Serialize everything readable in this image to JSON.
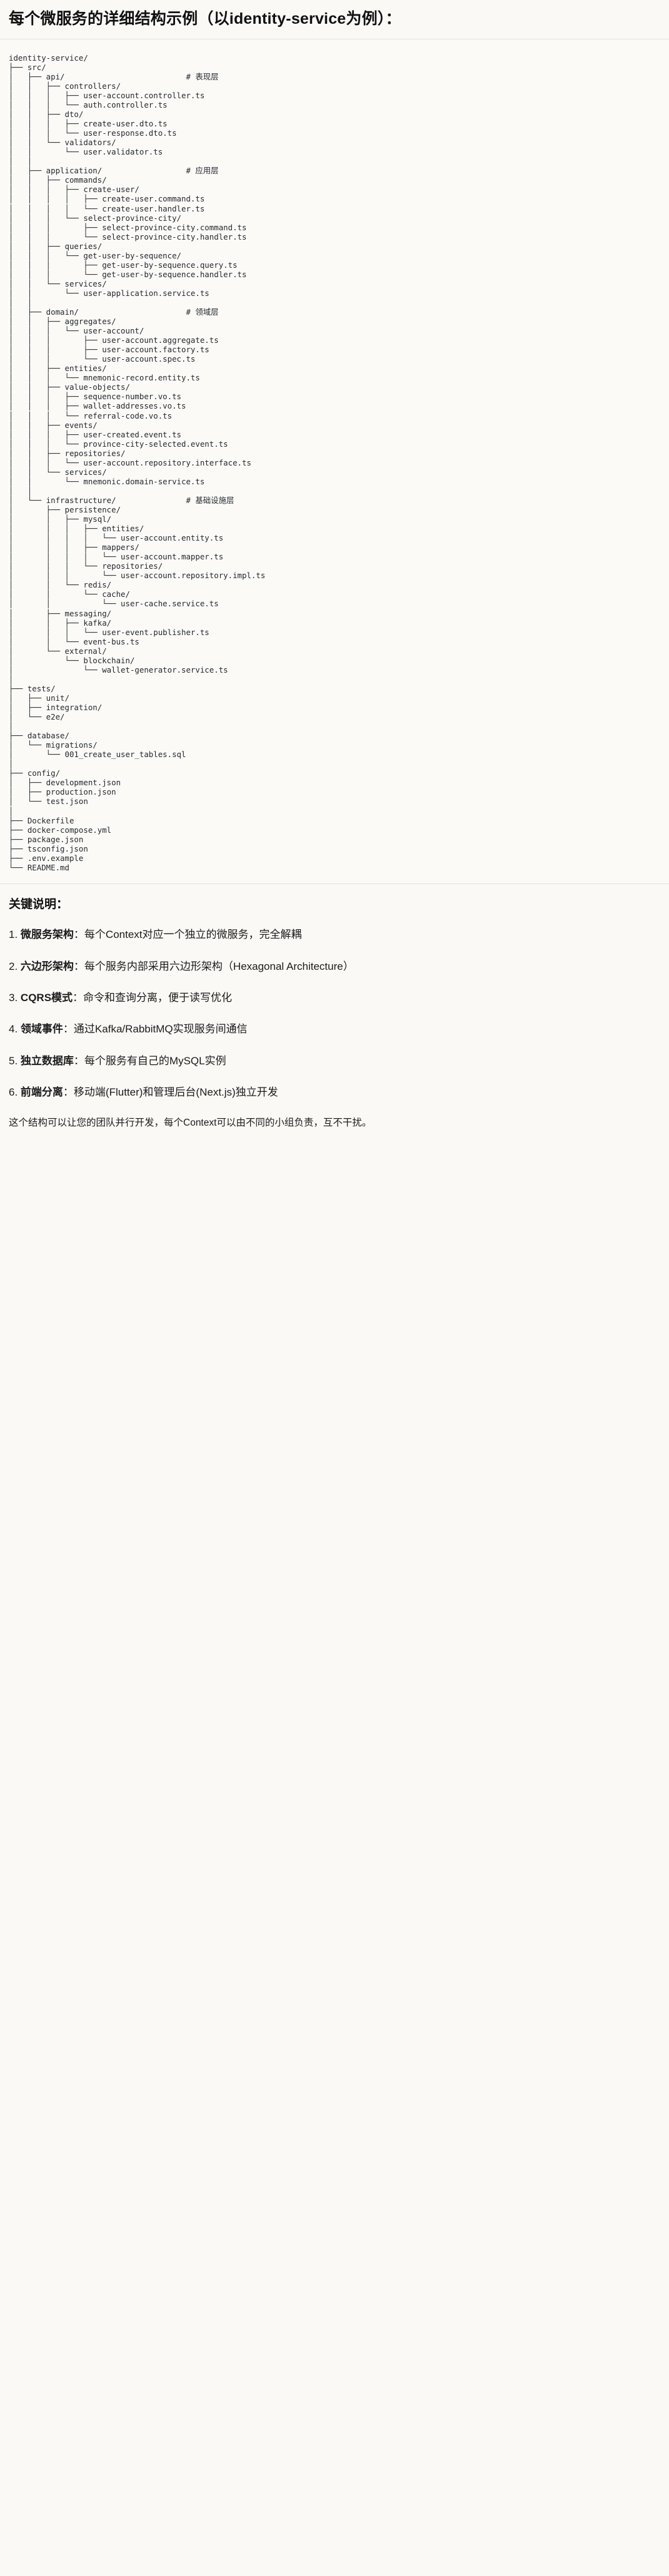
{
  "title": "每个微服务的详细结构示例（以identity-service为例）：",
  "tree": {
    "root": "identity-service/",
    "text": "identity-service/\n├── src/\n│   ├── api/                          # 表现层\n│   │   ├── controllers/\n│   │   │   ├── user-account.controller.ts\n│   │   │   └── auth.controller.ts\n│   │   ├── dto/\n│   │   │   ├── create-user.dto.ts\n│   │   │   └── user-response.dto.ts\n│   │   └── validators/\n│   │       └── user.validator.ts\n│   │\n│   ├── application/                  # 应用层\n│   │   ├── commands/\n│   │   │   ├── create-user/\n│   │   │   │   ├── create-user.command.ts\n│   │   │   │   └── create-user.handler.ts\n│   │   │   └── select-province-city/\n│   │   │       ├── select-province-city.command.ts\n│   │   │       └── select-province-city.handler.ts\n│   │   ├── queries/\n│   │   │   └── get-user-by-sequence/\n│   │   │       ├── get-user-by-sequence.query.ts\n│   │   │       └── get-user-by-sequence.handler.ts\n│   │   └── services/\n│   │       └── user-application.service.ts\n│   │\n│   ├── domain/                       # 领域层\n│   │   ├── aggregates/\n│   │   │   └── user-account/\n│   │   │       ├── user-account.aggregate.ts\n│   │   │       ├── user-account.factory.ts\n│   │   │       └── user-account.spec.ts\n│   │   ├── entities/\n│   │   │   └── mnemonic-record.entity.ts\n│   │   ├── value-objects/\n│   │   │   ├── sequence-number.vo.ts\n│   │   │   ├── wallet-addresses.vo.ts\n│   │   │   └── referral-code.vo.ts\n│   │   ├── events/\n│   │   │   ├── user-created.event.ts\n│   │   │   └── province-city-selected.event.ts\n│   │   ├── repositories/\n│   │   │   └── user-account.repository.interface.ts\n│   │   └── services/\n│   │       └── mnemonic.domain-service.ts\n│   │\n│   └── infrastructure/               # 基础设施层\n│       ├── persistence/\n│       │   ├── mysql/\n│       │   │   ├── entities/\n│       │   │   │   └── user-account.entity.ts\n│       │   │   ├── mappers/\n│       │   │   │   └── user-account.mapper.ts\n│       │   │   └── repositories/\n│       │   │       └── user-account.repository.impl.ts\n│       │   └── redis/\n│       │       └── cache/\n│       │           └── user-cache.service.ts\n│       ├── messaging/\n│       │   ├── kafka/\n│       │   │   └── user-event.publisher.ts\n│       │   └── event-bus.ts\n│       └── external/\n│           └── blockchain/\n│               └── wallet-generator.service.ts\n│\n├── tests/\n│   ├── unit/\n│   ├── integration/\n│   └── e2e/\n│\n├── database/\n│   └── migrations/\n│       └── 001_create_user_tables.sql\n│\n├── config/\n│   ├── development.json\n│   ├── production.json\n│   └── test.json\n│\n├── Dockerfile\n├── docker-compose.yml\n├── package.json\n├── tsconfig.json\n├── .env.example\n└── README.md"
  },
  "notes": {
    "heading": "关键说明：",
    "items": [
      {
        "num": "1.",
        "term": "微服务架构",
        "sep": "：",
        "desc": "每个Context对应一个独立的微服务，完全解耦"
      },
      {
        "num": "2.",
        "term": "六边形架构",
        "sep": "：",
        "desc": "每个服务内部采用六边形架构（Hexagonal Architecture）"
      },
      {
        "num": "3.",
        "term": "CQRS模式",
        "sep": "：",
        "desc": "命令和查询分离，便于读写优化"
      },
      {
        "num": "4.",
        "term": "领域事件",
        "sep": "：",
        "desc": "通过Kafka/RabbitMQ实现服务间通信"
      },
      {
        "num": "5.",
        "term": "独立数据库",
        "sep": "：",
        "desc": "每个服务有自己的MySQL实例"
      },
      {
        "num": "6.",
        "term": "前端分离",
        "sep": "：",
        "desc": "移动端(Flutter)和管理后台(Next.js)独立开发"
      }
    ],
    "closing": "这个结构可以让您的团队并行开发，每个Context可以由不同的小组负责，互不干扰。"
  },
  "colors": {
    "background": "#faf9f6",
    "code_background": "#fbfaf7",
    "text": "#1b1b1b",
    "code_text": "#24292f",
    "rule": "#e3e1da"
  }
}
